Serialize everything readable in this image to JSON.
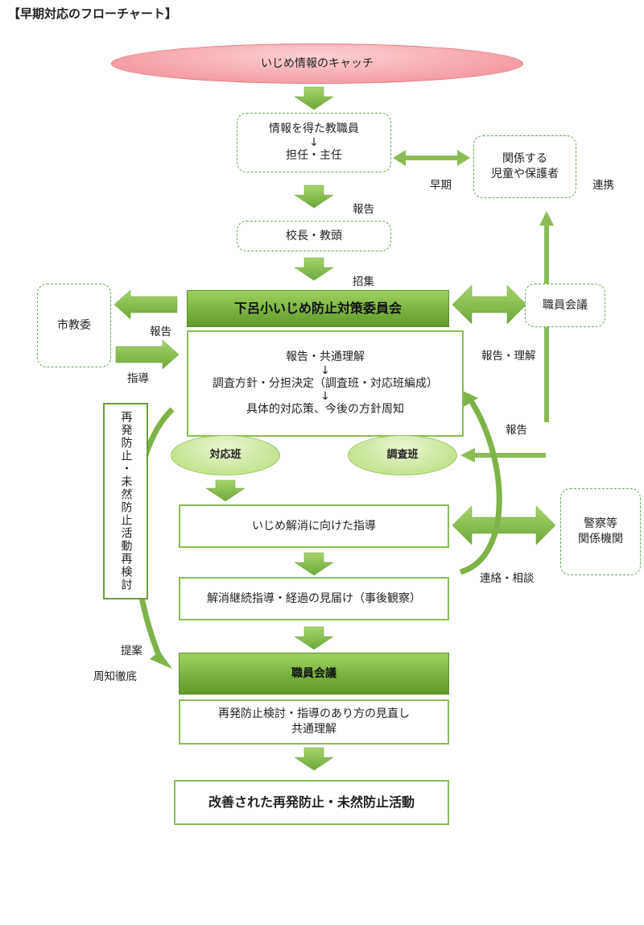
{
  "title": "【早期対応のフローチャート】",
  "nodes": {
    "catch": "いじめ情報のキャッチ",
    "staff_info_1": "情報を得た教職員",
    "staff_info_arrow": "↓",
    "staff_info_2": "担任・主任",
    "related": "関係する\n児童や保護者",
    "principal": "校長・教頭",
    "committee": "下呂小いじめ防止対策委員会",
    "staff_meeting_right": "職員会議",
    "city_board": "市教委",
    "process_1": "報告・共通理解",
    "process_arrow_1": "↓",
    "process_2": "調査方針・分担決定（調査班・対応班編成）",
    "process_arrow_2": "↓",
    "process_3": "具体的対応策、今後の方針周知",
    "response_team": "対応班",
    "investigation_team": "調査班",
    "guidance": "いじめ解消に向けた指導",
    "police": "警察等\n関係機関",
    "follow_up": "解消継続指導・経過の見届け（事後観察）",
    "staff_meeting_main": "職員会議",
    "review_1": "再発防止検討・指導のあり方の見直し",
    "review_2": "共通理解",
    "result": "改善された再発防止・未然防止活動",
    "recurrence": "再発防止・未然防止活動再検討"
  },
  "labels": {
    "early": "早期",
    "cooperation": "連携",
    "report_1": "報告",
    "convene": "招集",
    "report_city": "報告",
    "guide_city": "指導",
    "report_understand": "報告・理解",
    "report_2": "報告",
    "contact_consult": "連絡・相談",
    "propose": "提案",
    "notify": "周知徹底"
  },
  "colors": {
    "accent": "#7fb347",
    "dark": "#5e9a2a",
    "ellipse": "#f7a3aa"
  }
}
